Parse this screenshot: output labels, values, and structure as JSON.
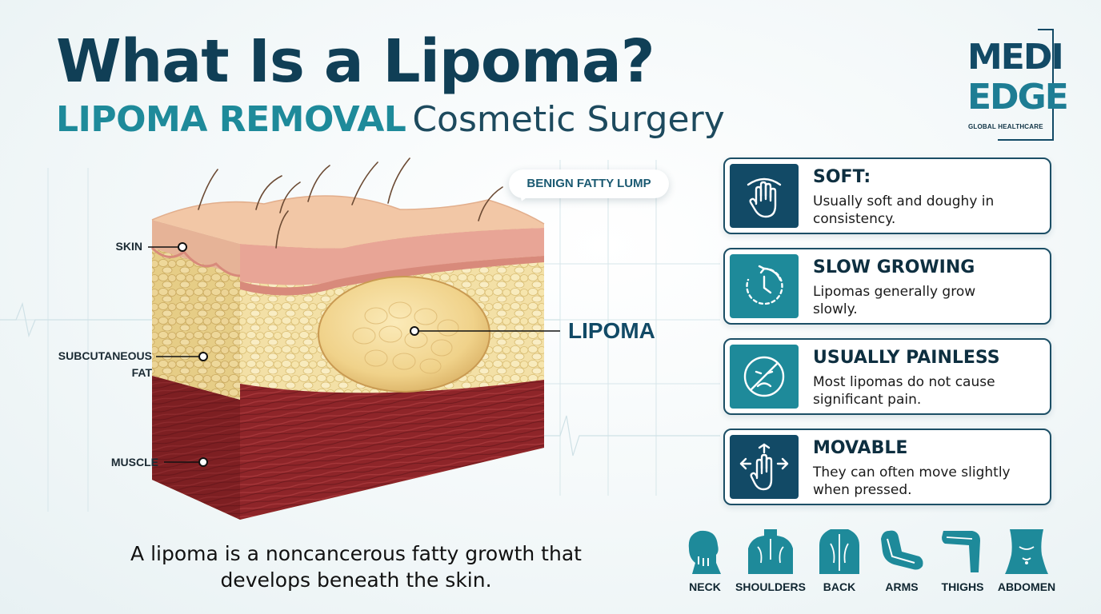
{
  "header": {
    "title": "What Is a Lipoma?",
    "subtitle_accent": "LIPOMA REMOVAL",
    "subtitle_rest": "Cosmetic Surgery"
  },
  "logo": {
    "line1": "MEDI",
    "line2": "EDGE",
    "tagline": "GLOBAL HEALTHCARE"
  },
  "diagram": {
    "callout": "BENIGN FATTY LUMP",
    "labels": {
      "skin": "SKIN",
      "fat_line1": "SUBCUTANEOUS",
      "fat_line2": "FAT",
      "muscle": "MUSCLE",
      "lipoma": "LIPOMA"
    },
    "colors": {
      "skin": "#f2c6a8",
      "fat": "#f4df9e",
      "muscle": "#8a2328",
      "lipoma": "#f2d38a"
    }
  },
  "caption": {
    "line1": "A lipoma is a noncancerous fatty growth that",
    "line2": "develops beneath the skin."
  },
  "features": [
    {
      "icon": "hand-icon",
      "title": "SOFT:",
      "desc_line1": "Usually soft and doughy in",
      "desc_line2": "consistency.",
      "color": "#124a66"
    },
    {
      "icon": "clock-icon",
      "title": "SLOW GROWING",
      "desc_line1": "Lipomas generally grow",
      "desc_line2": "slowly.",
      "color": "#1e8a9a"
    },
    {
      "icon": "no-pain-icon",
      "title": "USUALLY PAINLESS",
      "desc_line1": "Most lipomas do not cause",
      "desc_line2": "significant pain.",
      "color": "#1e8a9a"
    },
    {
      "icon": "move-hand-icon",
      "title": "MOVABLE",
      "desc_line1": "They can often move slightly",
      "desc_line2": "when pressed.",
      "color": "#124a66"
    }
  ],
  "locations": [
    {
      "icon": "neck-icon",
      "label": "NECK"
    },
    {
      "icon": "shoulders-icon",
      "label": "SHOULDERS"
    },
    {
      "icon": "back-icon",
      "label": "BACK"
    },
    {
      "icon": "arms-icon",
      "label": "ARMS"
    },
    {
      "icon": "thighs-icon",
      "label": "THIGHS"
    },
    {
      "icon": "abdomen-icon",
      "label": "ABDOMEN"
    }
  ],
  "accent_colors": {
    "navy": "#124a66",
    "teal": "#1e8a9a"
  }
}
